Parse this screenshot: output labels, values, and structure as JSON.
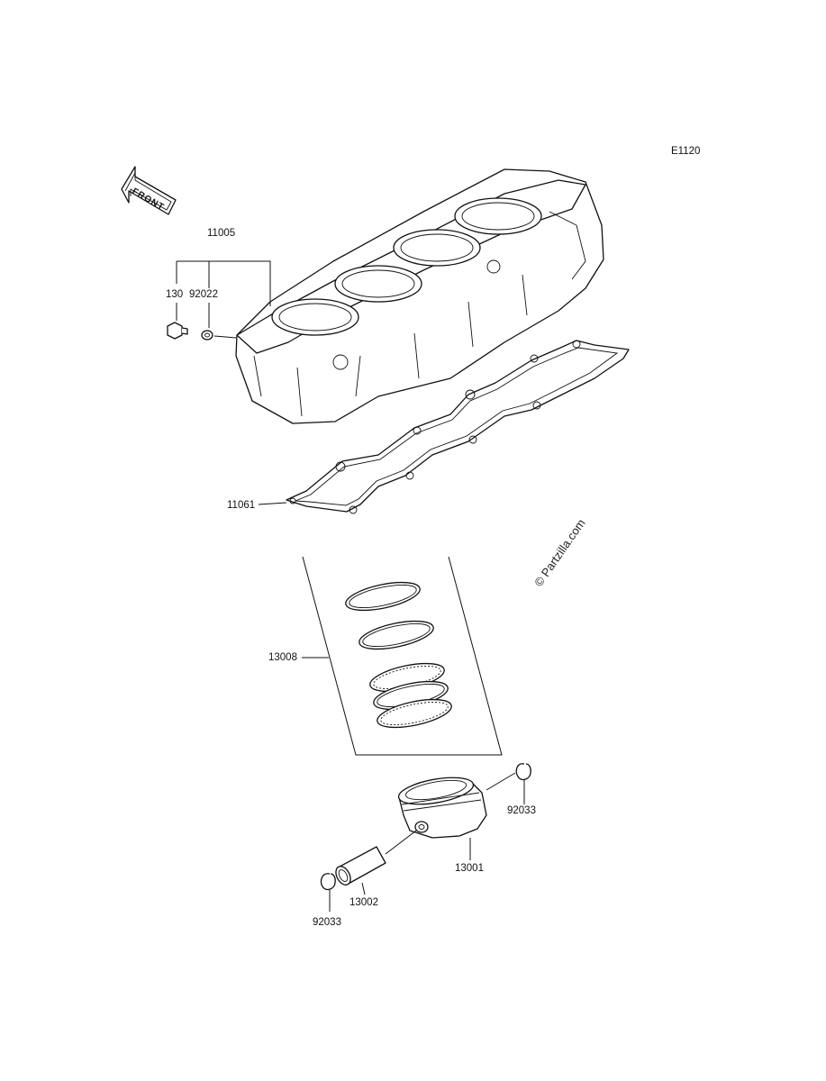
{
  "diagram": {
    "code": "E1120",
    "watermark": "© Partzilla.com",
    "front_arrow": "FRONT",
    "footer_line1": "",
    "footer_line2": "",
    "callouts": {
      "cylinder": "11005",
      "bolt": "130",
      "washer": "92022",
      "gasket": "11061",
      "ring_set": "13008",
      "piston": "13001",
      "pin": "13002",
      "circlip_right": "92033",
      "circlip_left": "92033"
    }
  }
}
